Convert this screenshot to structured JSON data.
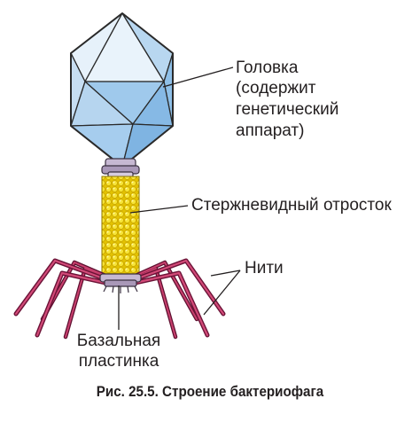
{
  "labels": {
    "head": [
      "Головка",
      "(содержит",
      "генетический",
      "аппарат)"
    ],
    "tail": "Стержневидный отросток",
    "fibers": "Нити",
    "baseplate": [
      "Базальная",
      "пластинка"
    ]
  },
  "caption": "Рис. 25.5. Строение бактериофага",
  "colors": {
    "capsid_light": "#dcebf7",
    "capsid_mid": "#a9cfee",
    "capsid_dark": "#7fb6e4",
    "tail_sheath": "#f2e21c",
    "tail_fibers": "#b32050",
    "collar": "#b9a9c6",
    "leader_line": "#231f20"
  }
}
